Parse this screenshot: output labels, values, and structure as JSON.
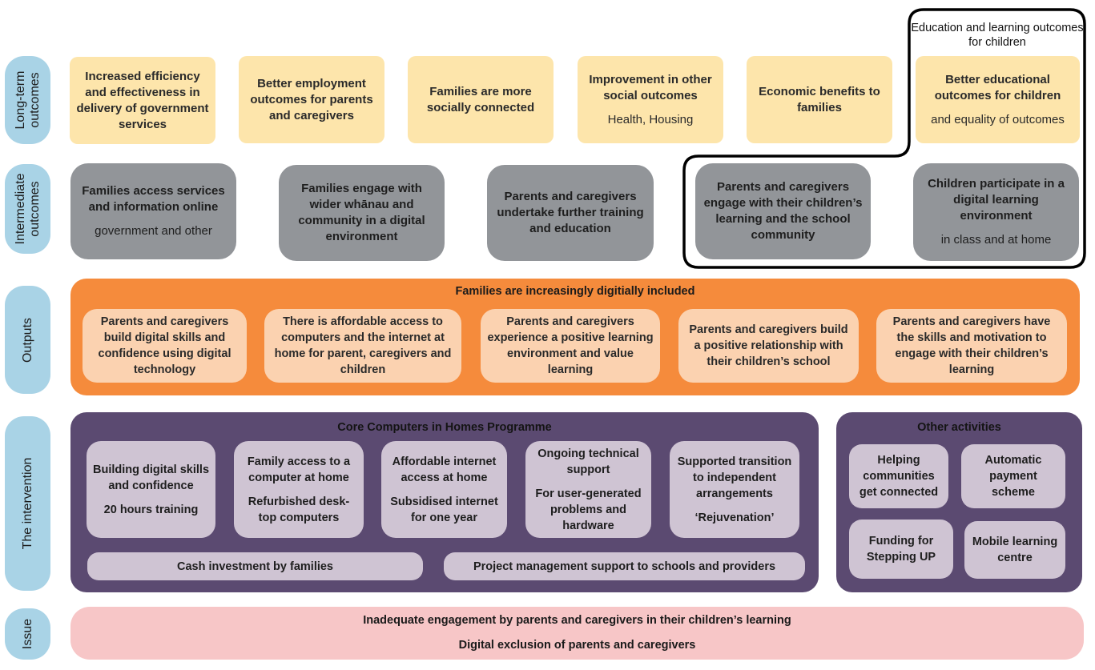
{
  "rows": {
    "long_term": "Long-term\noutcomes",
    "intermediate": "Intermediate\noutcomes",
    "outputs": "Outputs",
    "intervention": "The intervention",
    "issue": "Issue"
  },
  "education_group_label": "Education and learning outcomes for children",
  "long_term": [
    {
      "title": "Increased efficiency and effectiveness in delivery of government services"
    },
    {
      "title": "Better employment outcomes for parents and caregivers"
    },
    {
      "title": "Families are more socially connected"
    },
    {
      "title": "Improvement in other social outcomes",
      "sub": "Health, Housing"
    },
    {
      "title": "Economic benefits to families"
    },
    {
      "title": "Better educational outcomes for children",
      "sub": "and equality of outcomes"
    }
  ],
  "intermediate": [
    {
      "title": "Families access services and information online",
      "sub": "government and other"
    },
    {
      "title": "Families engage with wider whānau and community in a digital environment"
    },
    {
      "title": "Parents and caregivers undertake further training and education"
    },
    {
      "title": "Parents and caregivers engage with their children’s learning and the school community"
    },
    {
      "title": "Children participate in a digital learning environment",
      "sub": "in class and at home"
    }
  ],
  "outputs": {
    "header": "Families are increasingly digitially included",
    "items": [
      "Parents and caregivers build digital skills and confidence using digital technology",
      "There is affordable access to computers and the internet at home for parent, caregivers and children",
      "Parents and caregivers experience a positive learning environment and value learning",
      "Parents and caregivers build a positive relationship with their children’s school",
      "Parents and caregivers have the skills and motivation to engage with their children’s learning"
    ]
  },
  "intervention": {
    "core": {
      "header": "Core Computers in Homes Programme",
      "items": [
        {
          "title": "Building digital skills and confidence",
          "sub": "20 hours training"
        },
        {
          "title": "Family access to a computer at home",
          "sub": "Refurbished desk-top computers"
        },
        {
          "title": "Affordable internet access at home",
          "sub": "Subsidised internet for one year"
        },
        {
          "title": "Ongoing technical support",
          "sub": "For user-generated problems and hardware"
        },
        {
          "title": "Supported transition to independent arrangements",
          "sub": "‘Rejuvenation’"
        }
      ],
      "bars": [
        "Cash investment by families",
        "Project management support to schools and providers"
      ]
    },
    "other": {
      "header": "Other activities",
      "items": [
        "Helping communities get connected",
        "Automatic payment scheme",
        "Funding for Stepping UP",
        "Mobile learning centre"
      ]
    }
  },
  "issue": {
    "line1": "Inadequate engagement by parents and caregivers in their children’s learning",
    "line2": "Digital exclusion of parents and caregivers"
  },
  "colors": {
    "row_label": "#a9d3e6",
    "long_term": "#fde5ab",
    "intermediate": "#929599",
    "outputs_panel": "#f58b3c",
    "outputs_item": "#fbd2b0",
    "intervention_panel": "#5b4a71",
    "intervention_item": "#cfc4d3",
    "issue": "#f7c6c7"
  }
}
